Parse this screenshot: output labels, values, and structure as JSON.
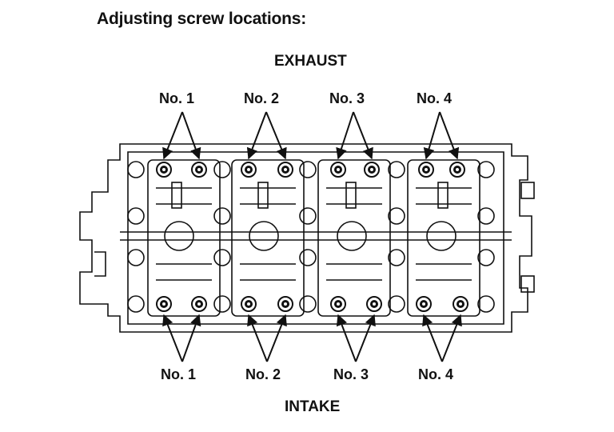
{
  "title": "Adjusting screw locations:",
  "exhaust_label": "EXHAUST",
  "intake_label": "INTAKE",
  "exhaust_cylinders": [
    "No. 1",
    "No. 2",
    "No. 3",
    "No. 4"
  ],
  "intake_cylinders": [
    "No. 1",
    "No. 2",
    "No. 3",
    "No. 4"
  ],
  "colors": {
    "ink": "#111111",
    "background": "#ffffff"
  }
}
